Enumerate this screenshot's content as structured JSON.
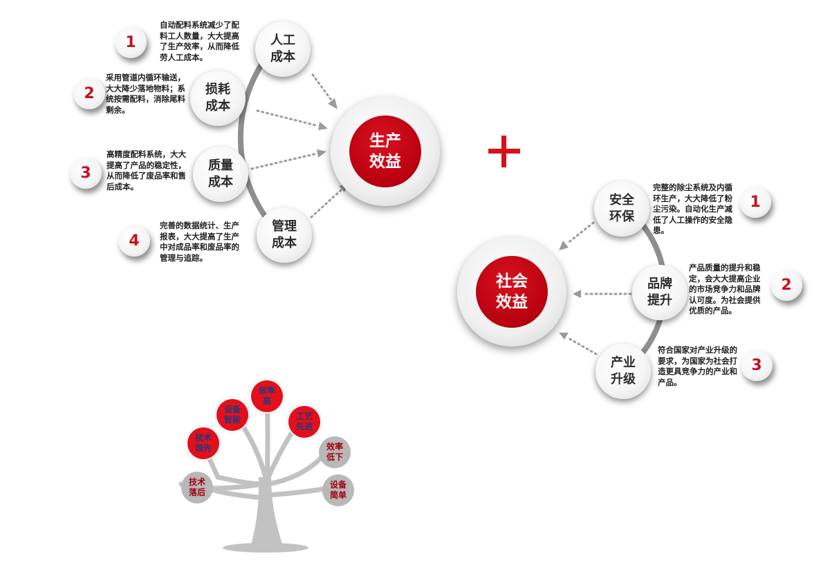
{
  "left_group": {
    "hub": {
      "line1": "生产",
      "line2": "效益"
    },
    "nodes": [
      {
        "line1": "人工",
        "line2": "成本"
      },
      {
        "line1": "损耗",
        "line2": "成本"
      },
      {
        "line1": "质量",
        "line2": "成本"
      },
      {
        "line1": "管理",
        "line2": "成本"
      }
    ],
    "items": [
      {
        "number": "1",
        "text": "自动配料系统减少了配料工人数量，大大提高了生产效率，从而降低劳人工成本。"
      },
      {
        "number": "2",
        "text": "采用管道内循环输送，大大降少落地物料；系统按需配料，消除尾料剩余。"
      },
      {
        "number": "3",
        "text": "高精度配料系统，大大提高了产品的稳定性，从而降低了废品率和售后成本。"
      },
      {
        "number": "4",
        "text": "完善的数据统计、生产报表，大大提高了生产中对成品率和废品率的管理与追踪。"
      }
    ]
  },
  "right_group": {
    "hub": {
      "line1": "社会",
      "line2": "效益"
    },
    "nodes": [
      {
        "line1": "安全",
        "line2": "环保"
      },
      {
        "line1": "品牌",
        "line2": "提升"
      },
      {
        "line1": "产业",
        "line2": "升级"
      }
    ],
    "items": [
      {
        "number": "1",
        "text": "完整的除尘系统及内循环生产，大大降低了粉尘污染。自动化生产减低了人工操作的安全隐患。"
      },
      {
        "number": "2",
        "text": "产品质量的提升和稳定，会大大提高企业的市场竞争力和品牌认可度。为社会提供优质的产品。"
      },
      {
        "number": "3",
        "text": "符合国家对产业升级的要求，为国家为社会打造更具竞争力的产业和产品。"
      }
    ]
  },
  "tree": {
    "red_leaves": [
      {
        "line1": "技术",
        "line2": "领先"
      },
      {
        "line1": "设备",
        "line2": "智能"
      },
      {
        "line1": "效率",
        "line2": "高"
      },
      {
        "line1": "工艺",
        "line2": "先进"
      }
    ],
    "gray_leaves": [
      {
        "line1": "效率",
        "line2": "低下"
      },
      {
        "line1": "技术",
        "line2": "落后"
      },
      {
        "line1": "设备",
        "line2": "简单"
      }
    ]
  },
  "colors": {
    "accent": "#c8101c",
    "hub_red": "#b8000f",
    "arc_gray": "#8e8e8e",
    "tree_gray": "#c2c2c2"
  }
}
